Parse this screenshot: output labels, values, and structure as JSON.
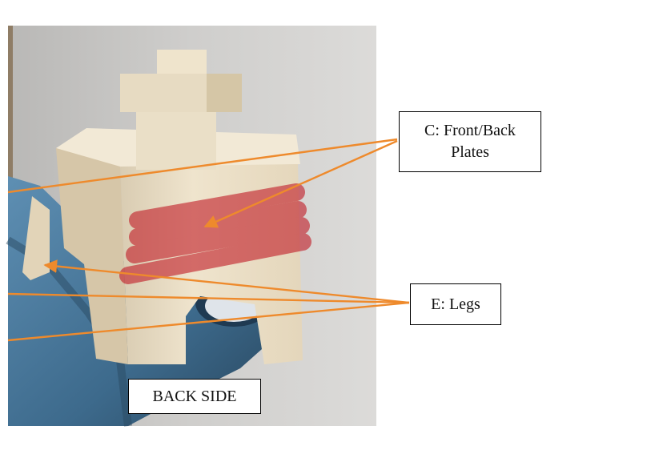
{
  "labels": {
    "c_line1": "C: Front/Back",
    "c_line2": "Plates",
    "e": "E: Legs",
    "back": "BACK SIDE"
  },
  "colors": {
    "arrow": "#ee8a2c",
    "plate_highlight": "#c2202a",
    "part_body": "#e8dcc4",
    "base_blue": "#3f6f93",
    "background_photo": "#c9c8c6"
  },
  "icons": {
    "part": "keycap-stem-photo"
  }
}
